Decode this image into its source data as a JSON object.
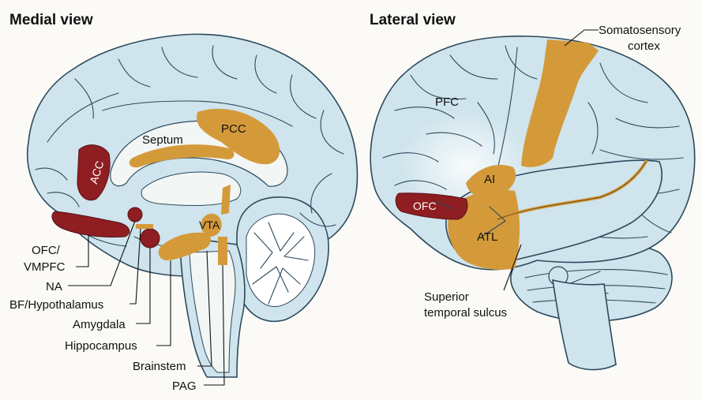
{
  "headings": {
    "medial": "Medial view",
    "lateral": "Lateral view"
  },
  "medial_labels": {
    "acc": "ACC",
    "septum": "Septum",
    "pcc": "PCC",
    "vta": "VTA",
    "ofc_vmpfc_line1": "OFC/",
    "ofc_vmpfc_line2": "VMPFC",
    "na": "NA",
    "bf_hypothalamus": "BF/Hypothalamus",
    "amygdala": "Amygdala",
    "hippocampus": "Hippocampus",
    "brainstem": "Brainstem",
    "pag": "PAG"
  },
  "lateral_labels": {
    "somatosensory_line1": "Somatosensory",
    "somatosensory_line2": "cortex",
    "pfc": "PFC",
    "ai": "AI",
    "ofc": "OFC",
    "atl": "ATL",
    "sts_line1": "Superior",
    "sts_line2": "temporal sulcus"
  },
  "colors": {
    "brain_fill": "#cfe4ec",
    "white_matter": "#f2f6f4",
    "region_tan": "#d49a3a",
    "region_red": "#8e1e22",
    "outline": "#2c4a5e"
  }
}
